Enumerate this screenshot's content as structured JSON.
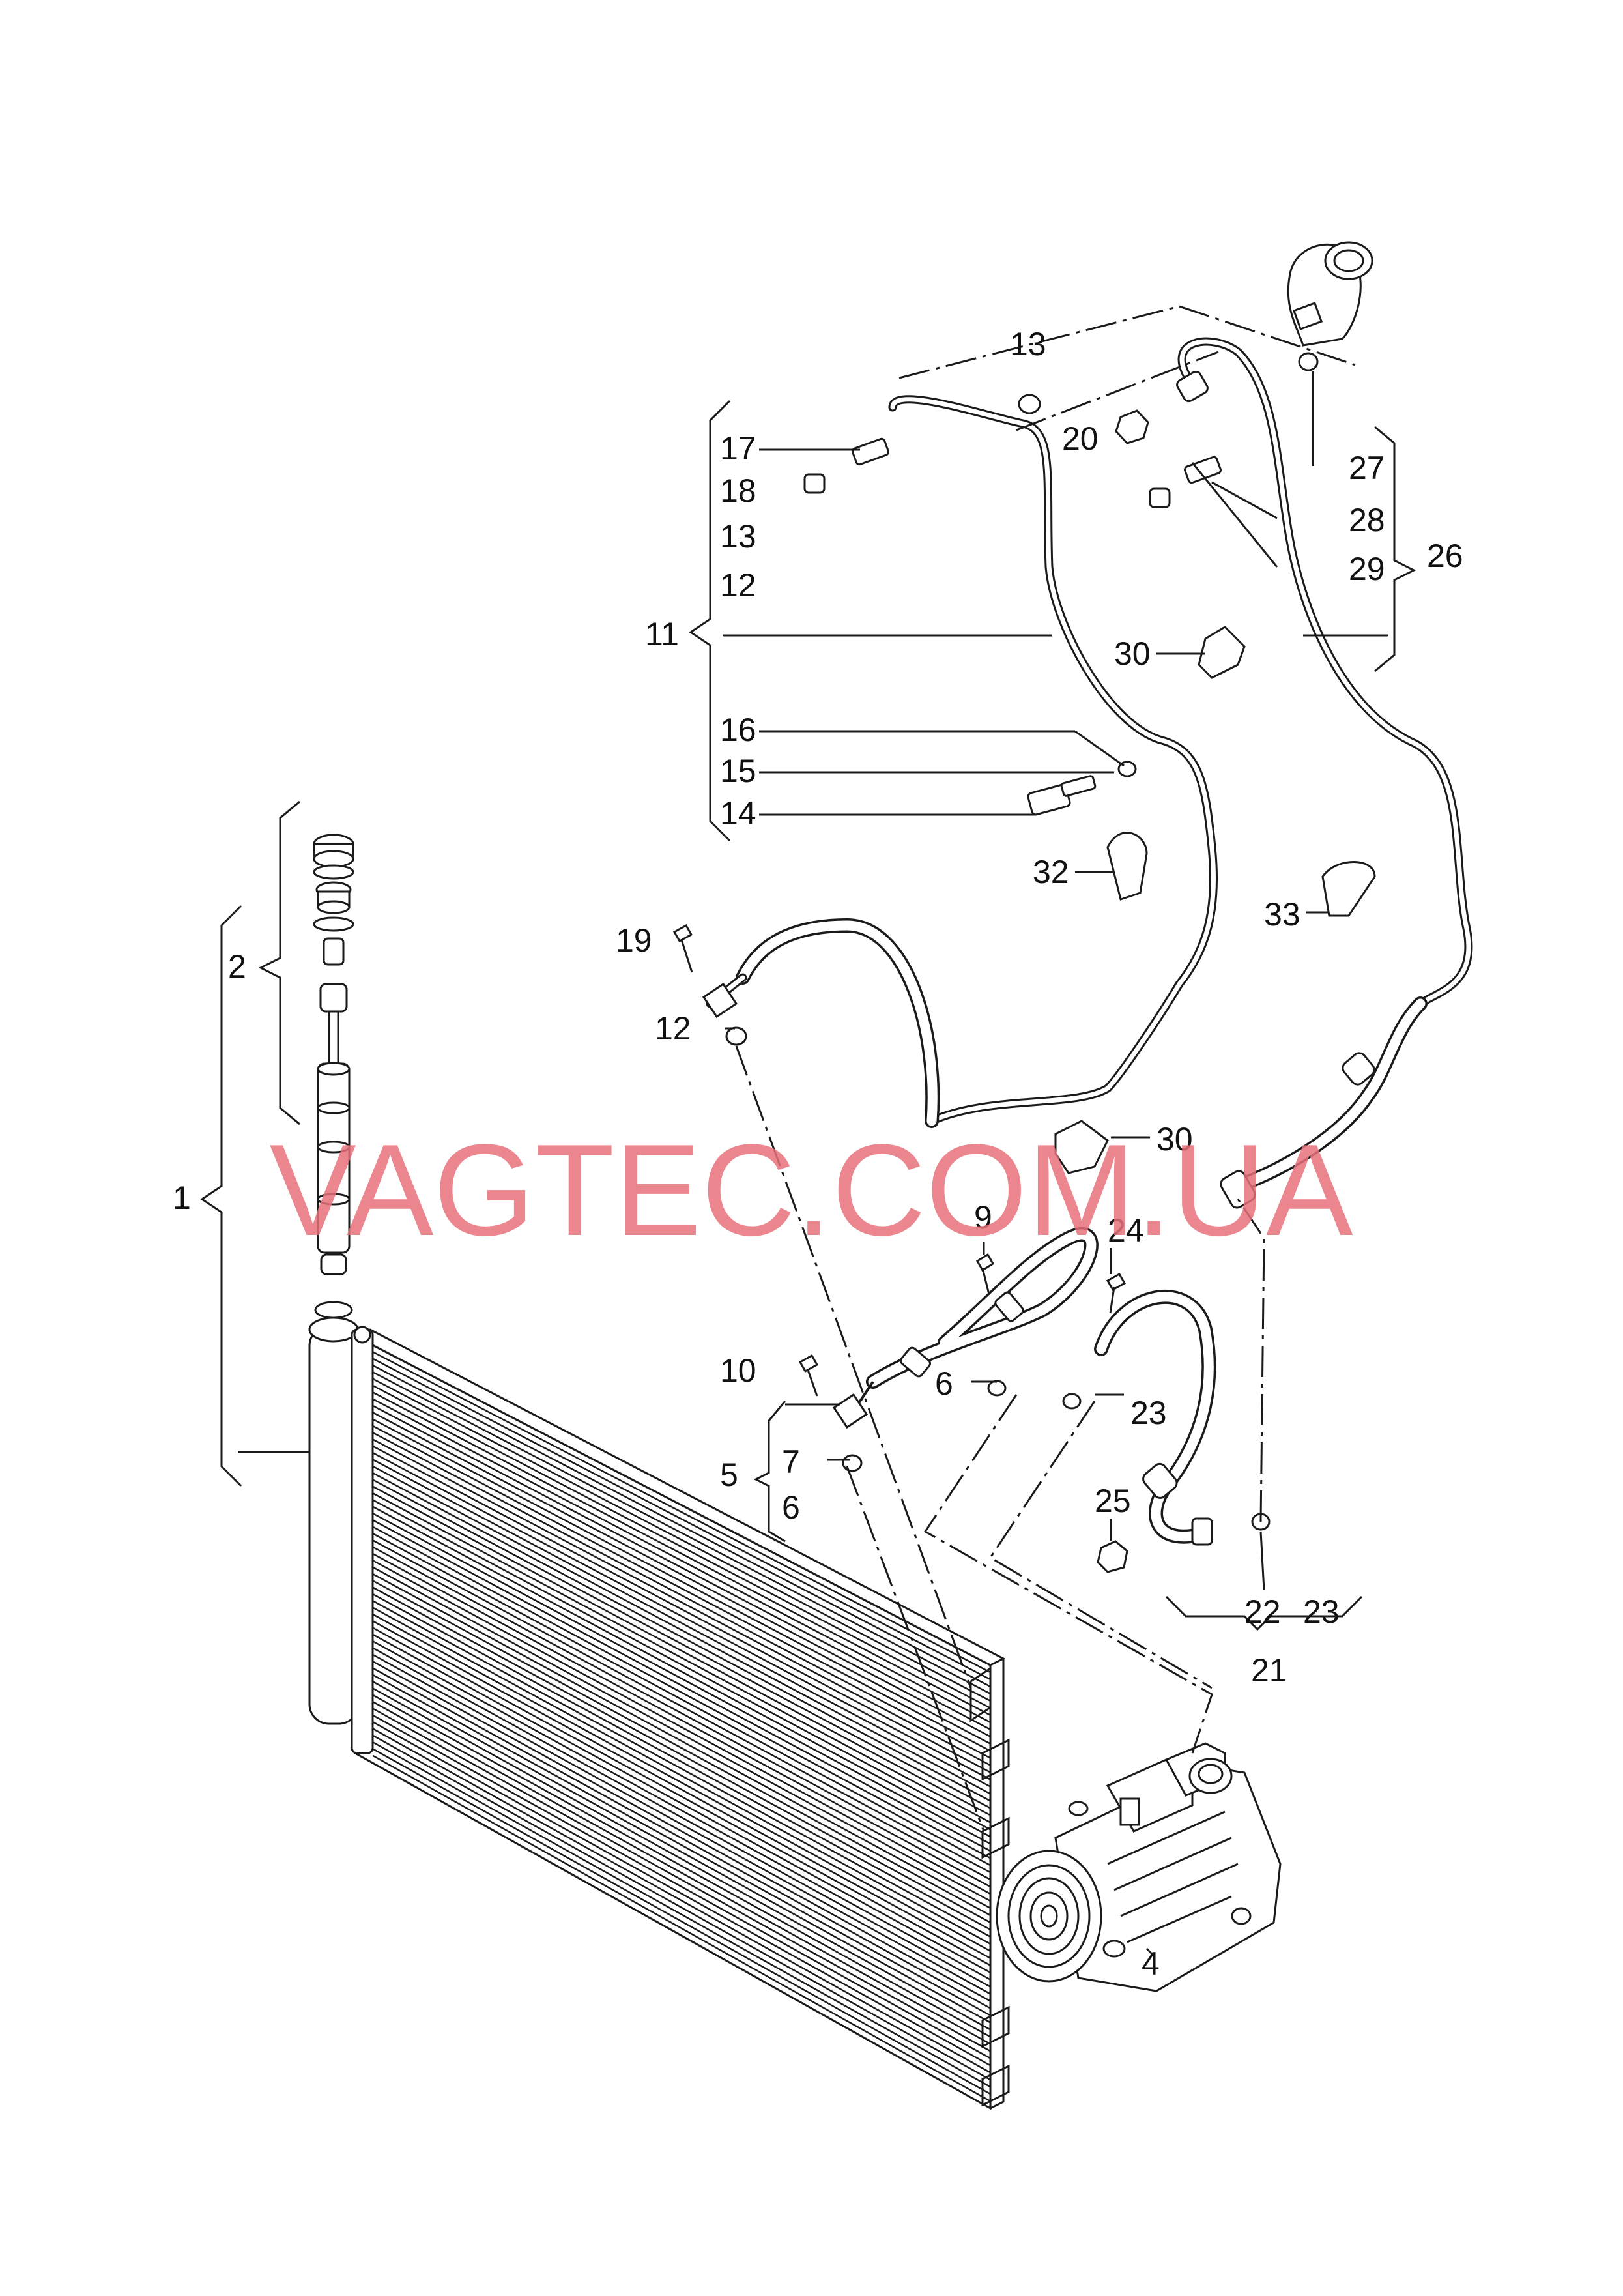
{
  "labels": {
    "l1": "1",
    "l2": "2",
    "l4": "4",
    "l5": "5",
    "l6a": "6",
    "l6b": "6",
    "l7": "7",
    "l9": "9",
    "l10": "10",
    "l11": "11",
    "l12a": "12",
    "l12b": "12",
    "l13a": "13",
    "l13b": "13",
    "l14": "14",
    "l15": "15",
    "l16": "16",
    "l17": "17",
    "l18": "18",
    "l19": "19",
    "l20": "20",
    "l21": "21",
    "l22": "22",
    "l23a": "23",
    "l23b": "23",
    "l24": "24",
    "l25": "25",
    "l26": "26",
    "l27": "27",
    "l28": "28",
    "l29": "29",
    "l30a": "30",
    "l30b": "30",
    "l32": "32",
    "l33": "33"
  },
  "watermark": "VAGTEC.COM.UA"
}
